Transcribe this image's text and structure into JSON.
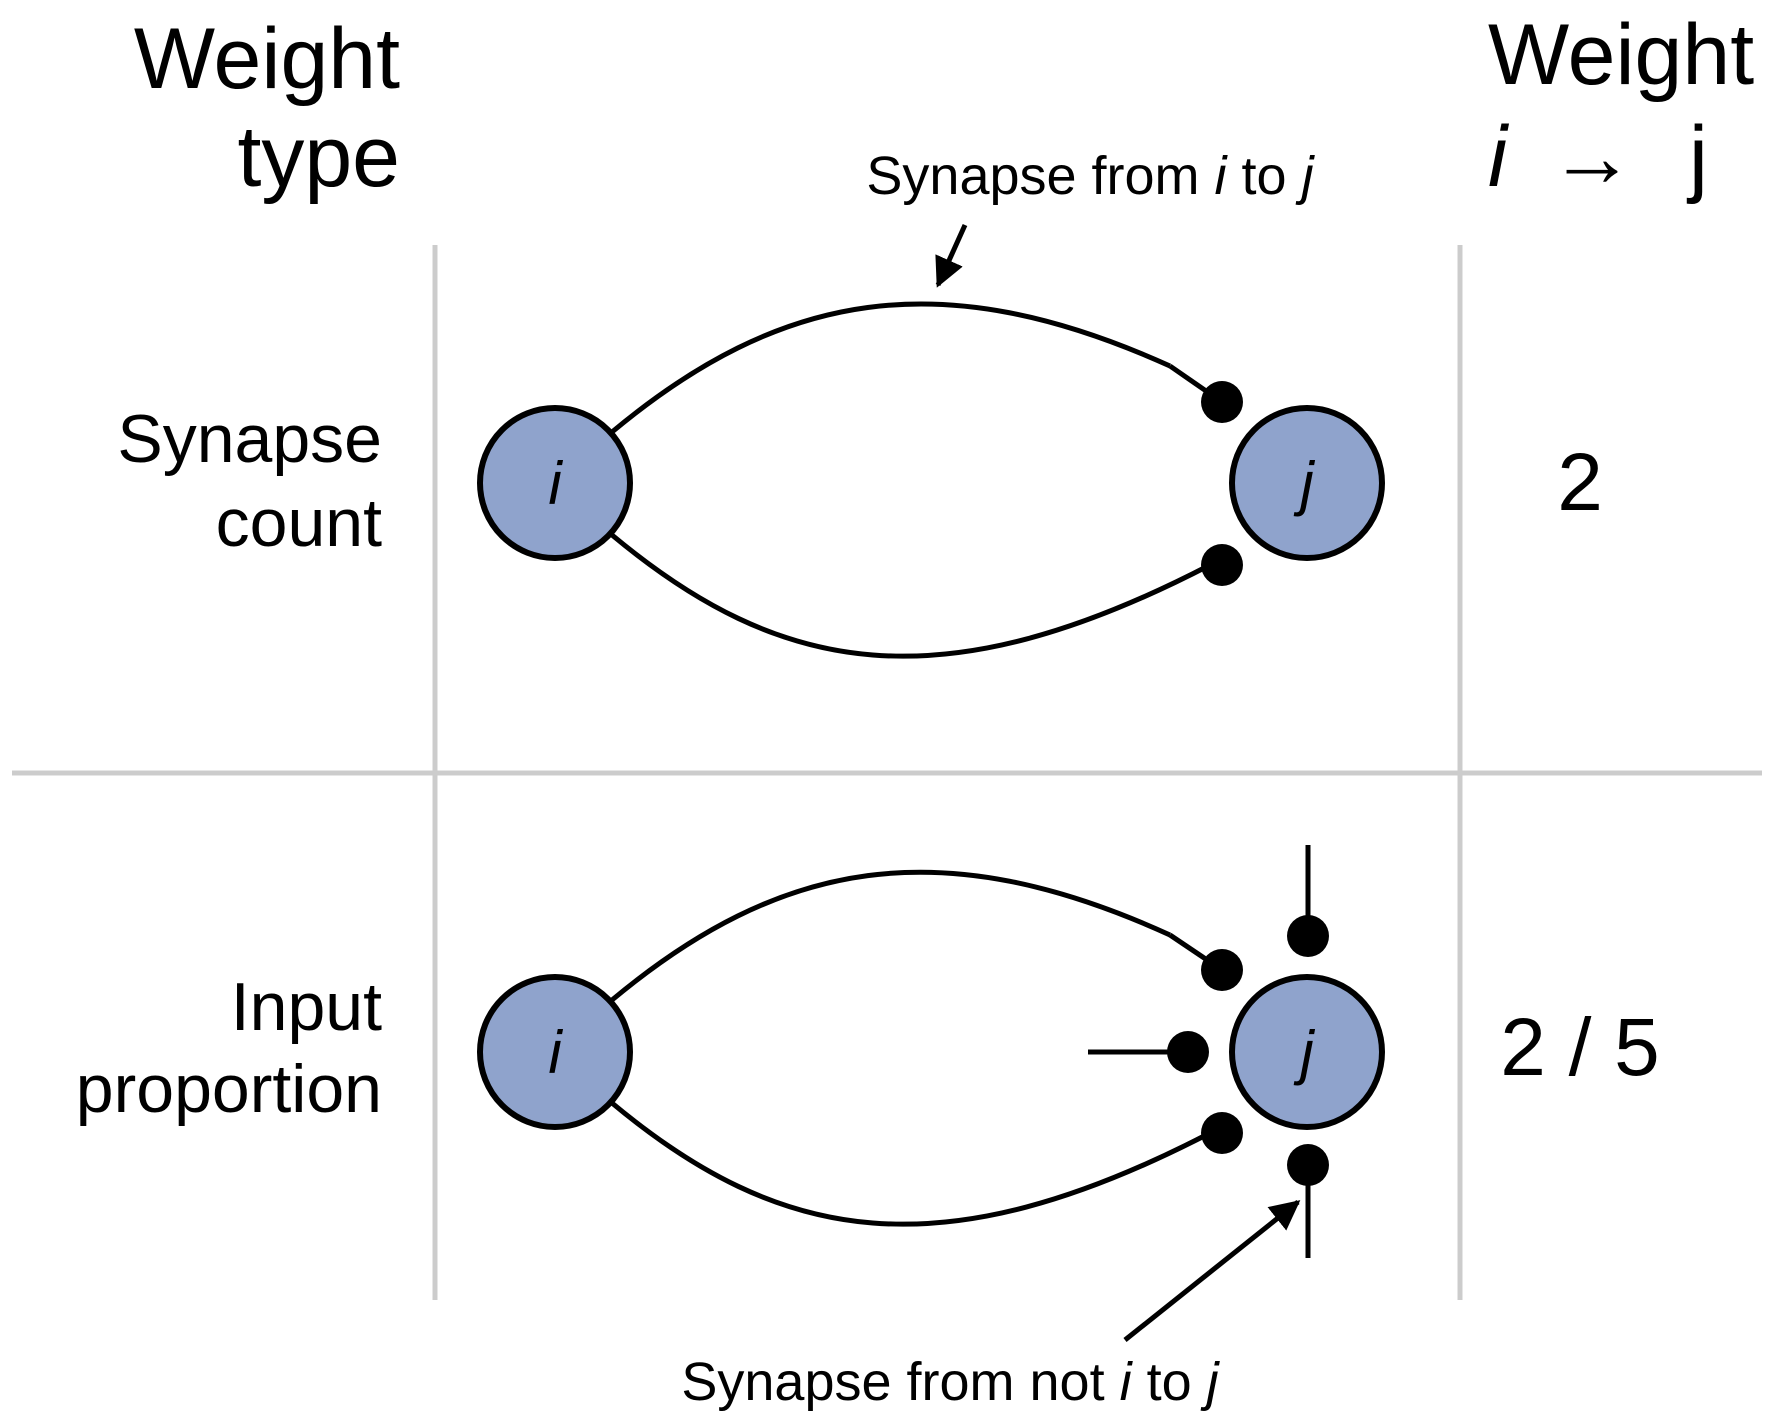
{
  "headers": {
    "weight_type_line1": "Weight",
    "weight_type_line2": "type",
    "weight_line1": "Weight",
    "weight_i": "i",
    "weight_arrow": "→",
    "weight_j": "j"
  },
  "annotations": {
    "top_prefix": "Synapse from ",
    "top_i": "i",
    "top_mid": " to ",
    "top_j": "j",
    "bottom_prefix": "Synapse from not ",
    "bottom_i": "i",
    "bottom_mid": " to ",
    "bottom_j": "j"
  },
  "rows": [
    {
      "label_line1": "Synapse",
      "label_line2": "count",
      "node_i": "i",
      "node_j": "j",
      "weight": "2"
    },
    {
      "label_line1": "Input",
      "label_line2": "proportion",
      "node_i": "i",
      "node_j": "j",
      "weight": "2 / 5"
    }
  ],
  "colors": {
    "node_fill": "#8fa3cc",
    "grid": "#cccccc",
    "stroke": "#000000"
  }
}
